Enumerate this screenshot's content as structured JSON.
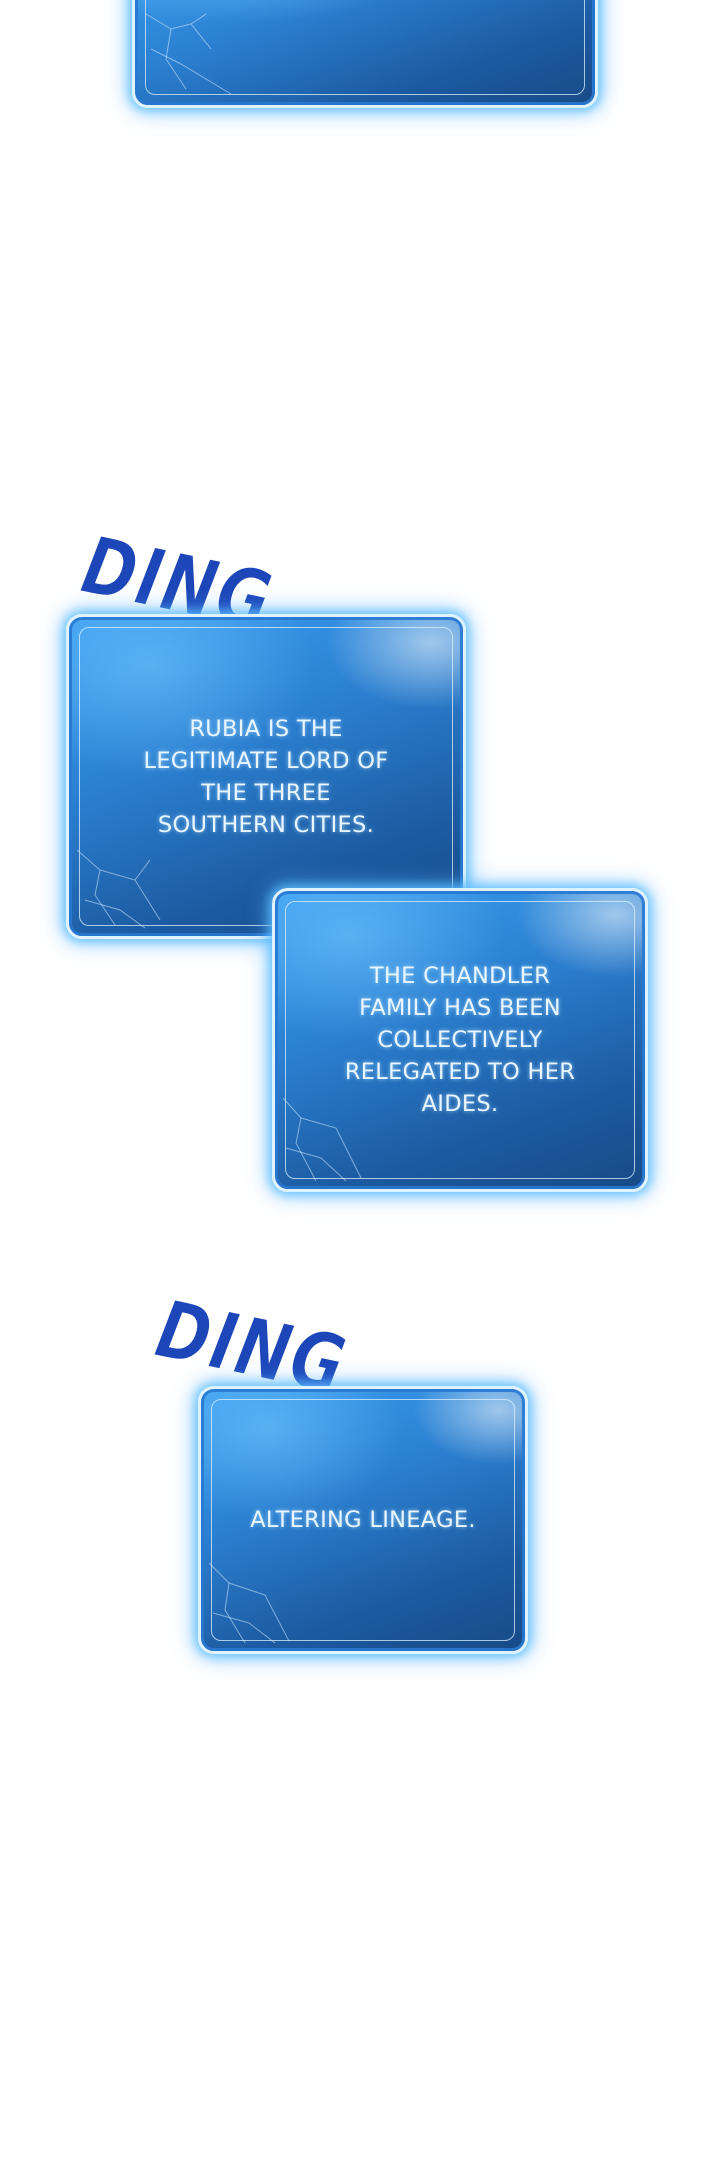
{
  "panels": {
    "top_partial": {
      "text": ""
    },
    "rubia": {
      "text": "RUBIA IS THE LEGITIMATE LORD OF THE THREE SOUTHERN CITIES."
    },
    "chandler": {
      "text": "THE CHANDLER FAMILY HAS BEEN COLLECTIVELY RELEGATED TO HER AIDES."
    },
    "lineage": {
      "text": "ALTERING LINEAGE."
    }
  },
  "sound_effects": {
    "ding_1": "DING",
    "ding_2": "DING"
  },
  "colors": {
    "panel_blue": "#2b7fd0",
    "panel_glow": "#5abeff",
    "sfx_blue": "#1d46b8",
    "text": "#e9f6ff",
    "background": "#ffffff"
  }
}
